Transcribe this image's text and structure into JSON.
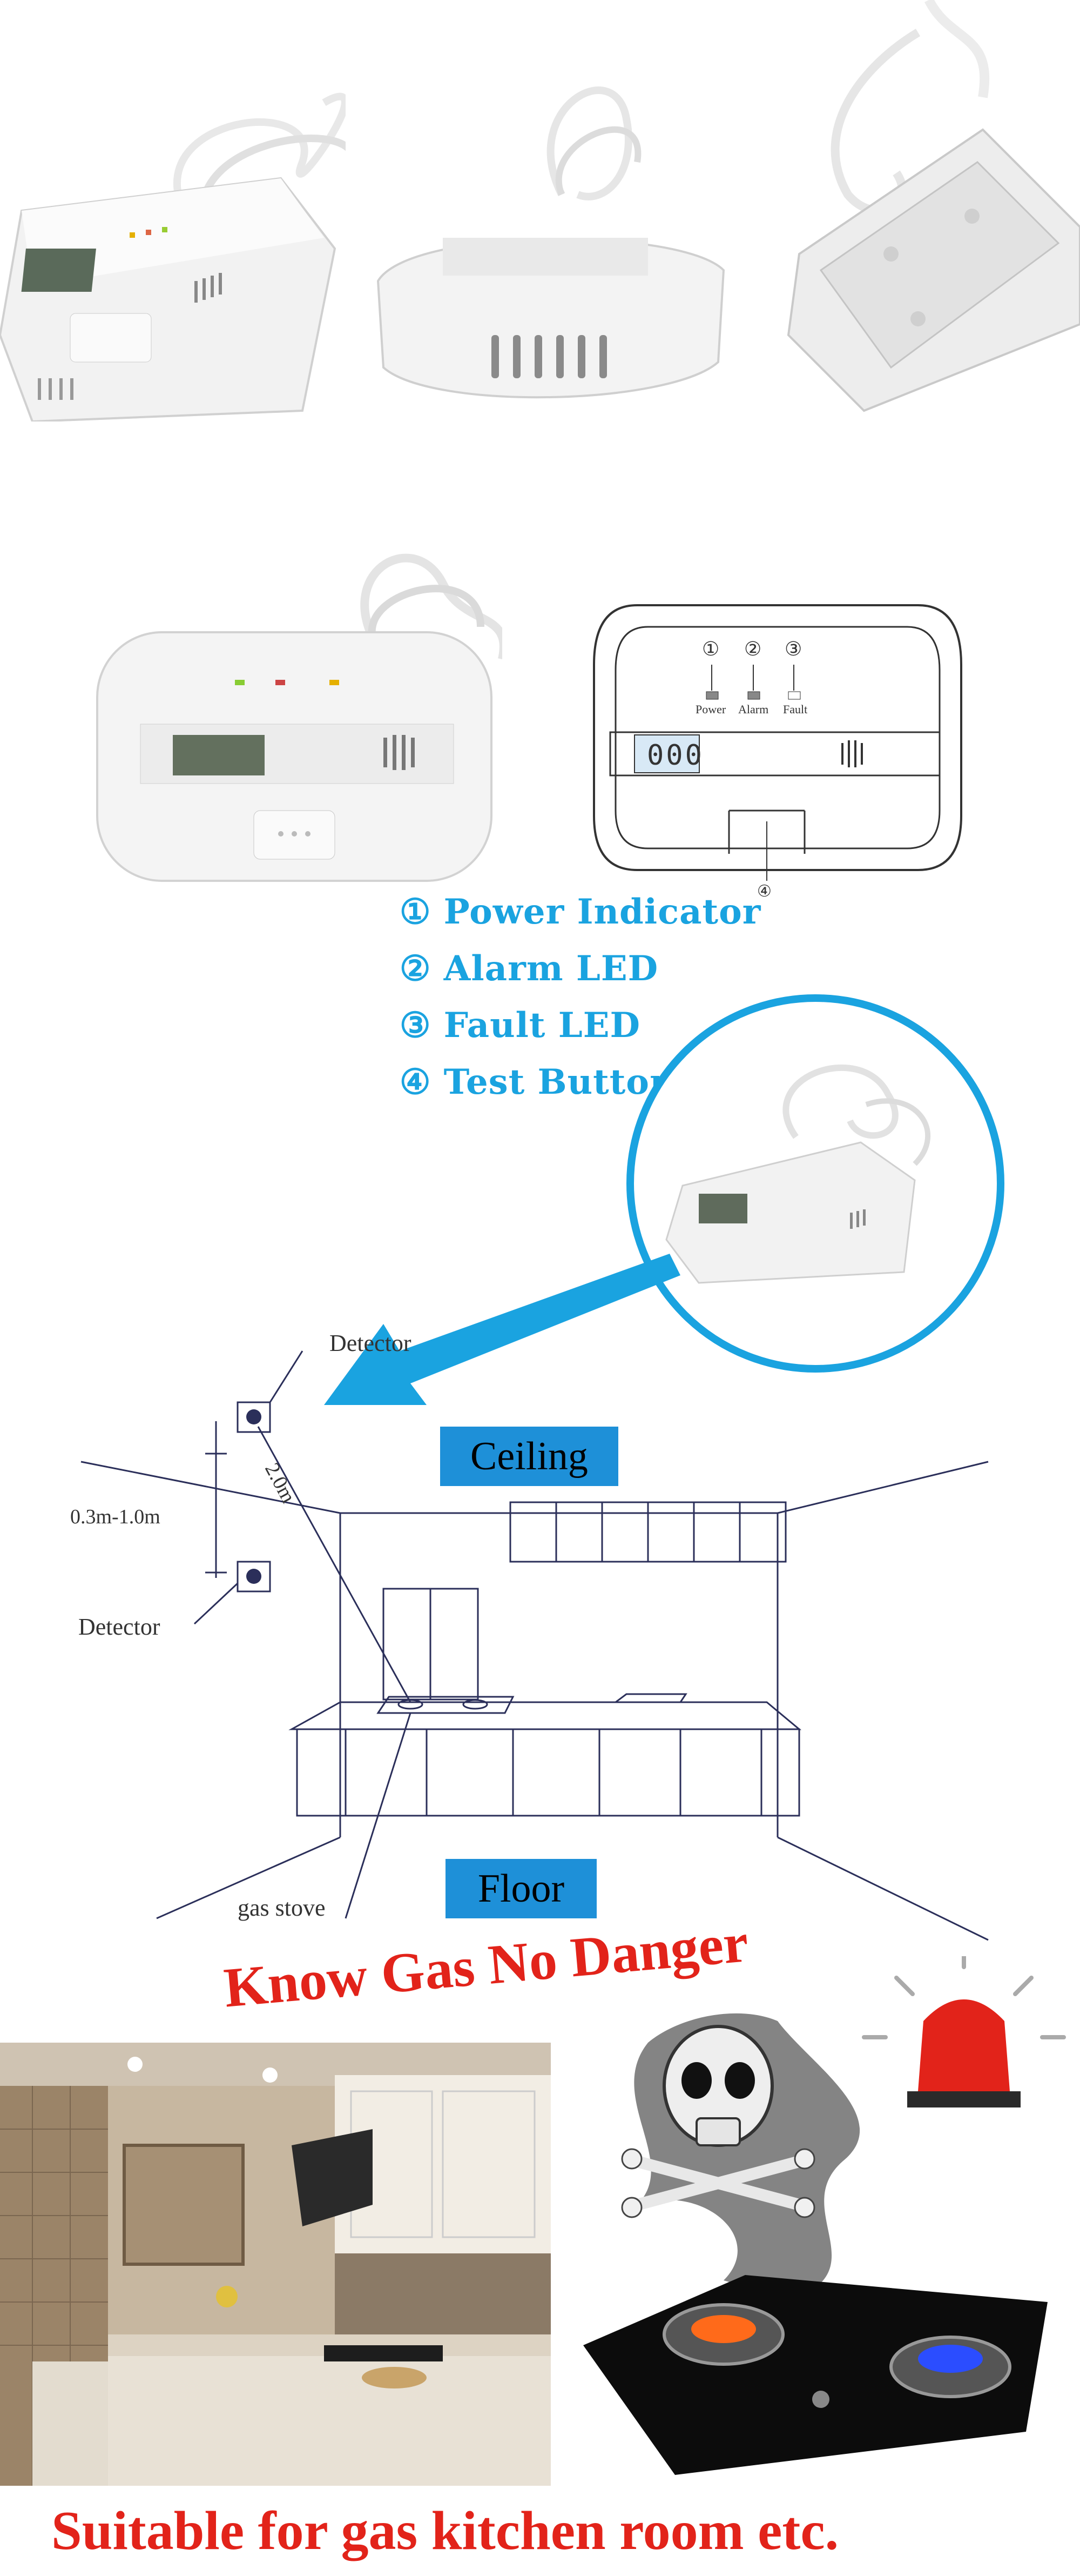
{
  "legend": {
    "items": [
      "① Power Indicator",
      "② Alarm LED",
      "③ Fault LED",
      "④ Test Button"
    ]
  },
  "diagram_panel": {
    "numbers": [
      "①",
      "②",
      "③",
      "④"
    ],
    "led_labels": [
      "Power",
      "Alarm",
      "Fault"
    ],
    "display_value": "000"
  },
  "installation": {
    "detector_label_top": "Detector",
    "detector_label_left": "Detector",
    "distance_label": "0.3m-1.0m",
    "diagonal_label": "2.0m",
    "ceiling_label": "Ceiling",
    "floor_label": "Floor",
    "stove_label": "gas stove"
  },
  "headline": "Know Gas No Danger",
  "footer": "Suitable for gas kitchen room etc.",
  "colors": {
    "accent_blue": "#1e90d8",
    "legend_blue": "#1aa3e0",
    "alert_red": "#e2231a"
  }
}
